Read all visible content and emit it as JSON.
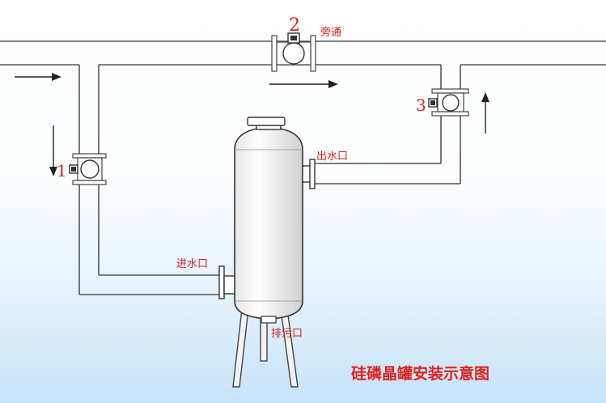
{
  "labels": {
    "valve_1": "1",
    "valve_2": "2",
    "valve_3": "3",
    "bypass": "旁通",
    "outlet": "出水口",
    "inlet": "进水口",
    "drain": "排污口"
  },
  "title": "硅磷晶罐安装示意图",
  "colors": {
    "label_red": "#d0221c",
    "pipe_stroke": "#555555",
    "background_bottom": "#c6e3f8"
  }
}
